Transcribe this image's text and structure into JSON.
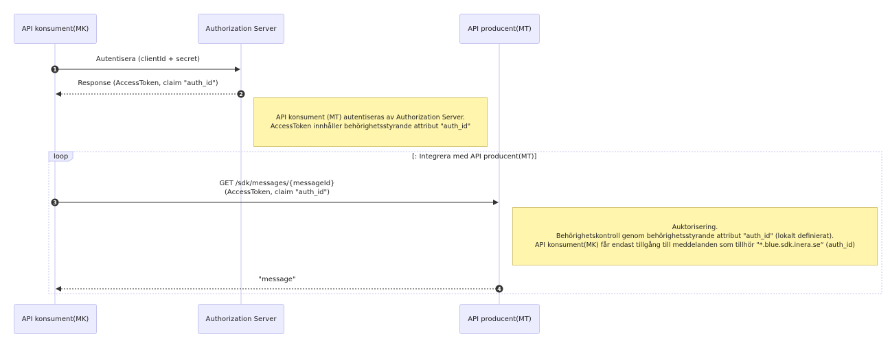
{
  "actors": {
    "mk": "API konsument(MK)",
    "as": "Authorization Server",
    "mt": "API producent(MT)"
  },
  "messages": {
    "m1": {
      "number": "1",
      "text": "Autentisera (clientId + secret)"
    },
    "m2": {
      "number": "2",
      "text": "Response (AccessToken, claim \"auth_id\")"
    },
    "m3": {
      "number": "3",
      "line1": "GET /sdk/messages/{messageId}",
      "line2": "(AccessToken, claim \"auth_id\")"
    },
    "m4": {
      "number": "4",
      "text": "\"message\""
    }
  },
  "notes": {
    "n1": {
      "line1": "API konsument (MT) autentiseras av Authorization Server.",
      "line2": "AccessToken innhåller behörighetsstyrande attribut \"auth_id\""
    },
    "n2": {
      "line1": "Auktorisering.",
      "line2": "Behörighetskontroll genom behörighetsstyrande attribut \"auth_id\" (lokalt definierat).",
      "line3": "API konsument(MK) får endast tillgång till meddelanden som tillhör \"*.blue.sdk.inera.se“ (auth_id)"
    }
  },
  "loop": {
    "label": "loop",
    "condition": "[: Integrera med API producent(MT)]"
  },
  "colors": {
    "actor_fill": "#ECECFF",
    "note_fill": "#FFF5AD",
    "line": "#333333"
  }
}
